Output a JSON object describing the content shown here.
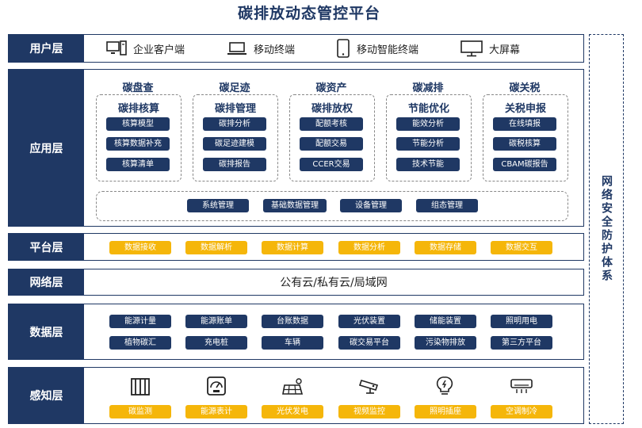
{
  "title": "碳排放动态管控平台",
  "security_label": "网络安全防护体系",
  "layers": {
    "user": {
      "label": "用户层",
      "terminals": [
        {
          "label": "企业客户端",
          "icon": "desktop-pc-icon"
        },
        {
          "label": "移动终端",
          "icon": "laptop-icon"
        },
        {
          "label": "移动智能终端",
          "icon": "tablet-icon"
        },
        {
          "label": "大屏幕",
          "icon": "monitor-icon"
        }
      ]
    },
    "application": {
      "label": "应用层",
      "modules": [
        {
          "head": "碳盘查",
          "sub": "碳排核算",
          "items": [
            "核算模型",
            "核算数据补充",
            "核算清单"
          ]
        },
        {
          "head": "碳足迹",
          "sub": "碳排管理",
          "items": [
            "碳排分析",
            "碳足迹建模",
            "碳排报告"
          ]
        },
        {
          "head": "碳资产",
          "sub": "碳排放权",
          "items": [
            "配额考核",
            "配额交易",
            "CCER交易"
          ]
        },
        {
          "head": "碳减排",
          "sub": "节能优化",
          "items": [
            "能效分析",
            "节能分析",
            "技术节能"
          ]
        },
        {
          "head": "碳关税",
          "sub": "关税申报",
          "items": [
            "在线填报",
            "碳税核算",
            "CBAM碳报告"
          ]
        }
      ],
      "system": [
        "系统管理",
        "基础数据管理",
        "设备管理",
        "组态管理"
      ]
    },
    "platform": {
      "label": "平台层",
      "items": [
        "数据接收",
        "数据解析",
        "数据计算",
        "数据分析",
        "数据存储",
        "数据交互"
      ]
    },
    "network": {
      "label": "网络层",
      "text": "公有云/私有云/局域网"
    },
    "data": {
      "label": "数据层",
      "row1": [
        "能源计量",
        "能源账单",
        "台账数据",
        "光伏装置",
        "储能装置",
        "照明用电"
      ],
      "row2": [
        "植物碳汇",
        "充电桩",
        "车辆",
        "碳交易平台",
        "污染物排放",
        "第三方平台"
      ]
    },
    "sensing": {
      "label": "感知层",
      "items": [
        {
          "label": "碳监测",
          "icon": "carbon-monitor-icon"
        },
        {
          "label": "能源表计",
          "icon": "energy-meter-icon"
        },
        {
          "label": "光伏发电",
          "icon": "solar-panel-icon"
        },
        {
          "label": "视频监控",
          "icon": "cctv-camera-icon"
        },
        {
          "label": "照明插座",
          "icon": "light-bulb-icon"
        },
        {
          "label": "空调制冷",
          "icon": "air-conditioner-icon"
        }
      ]
    }
  },
  "colors": {
    "navy": "#1f3864",
    "gold": "#f5b60a"
  }
}
